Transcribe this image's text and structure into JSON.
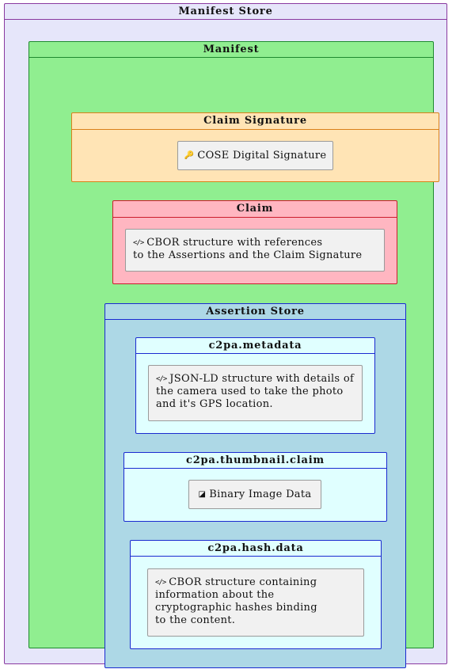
{
  "manifest_store": {
    "title": "Manifest Store",
    "manifest": {
      "title": "Manifest",
      "claim_signature": {
        "title": "Claim Signature",
        "node": {
          "icon": "key-icon",
          "icon_glyph": "🔑",
          "text": "COSE Digital Signature"
        }
      },
      "claim": {
        "title": "Claim",
        "node": {
          "icon": "code-icon",
          "icon_glyph": "</>",
          "lines": [
            "CBOR structure with references",
            "to the Assertions and the Claim Signature"
          ]
        }
      },
      "assertion_store": {
        "title": "Assertion Store",
        "metadata": {
          "title": "c2pa.metadata",
          "node": {
            "icon": "code-icon",
            "icon_glyph": "</>",
            "lines": [
              "JSON-LD structure with details of",
              "the camera used to take the photo",
              "and it's GPS location."
            ]
          }
        },
        "thumbnail": {
          "title": "c2pa.thumbnail.claim",
          "node": {
            "icon": "image-icon",
            "icon_glyph": "◪",
            "text": "Binary Image Data"
          }
        },
        "hash": {
          "title": "c2pa.hash.data",
          "node": {
            "icon": "code-icon",
            "icon_glyph": "</>",
            "lines": [
              "CBOR structure containing",
              "information about the",
              "cryptographic hashes binding",
              "to the content."
            ]
          }
        }
      }
    }
  },
  "colors": {
    "manifest_store_bg": "#e6e6fa",
    "manifest_bg": "#90ee90",
    "claim_signature_bg": "#ffe4b5",
    "claim_bg": "#ffb6c1",
    "assertion_store_bg": "#add8e6",
    "assertion_bg": "#e0ffff",
    "node_bg": "#f1f1f1"
  }
}
